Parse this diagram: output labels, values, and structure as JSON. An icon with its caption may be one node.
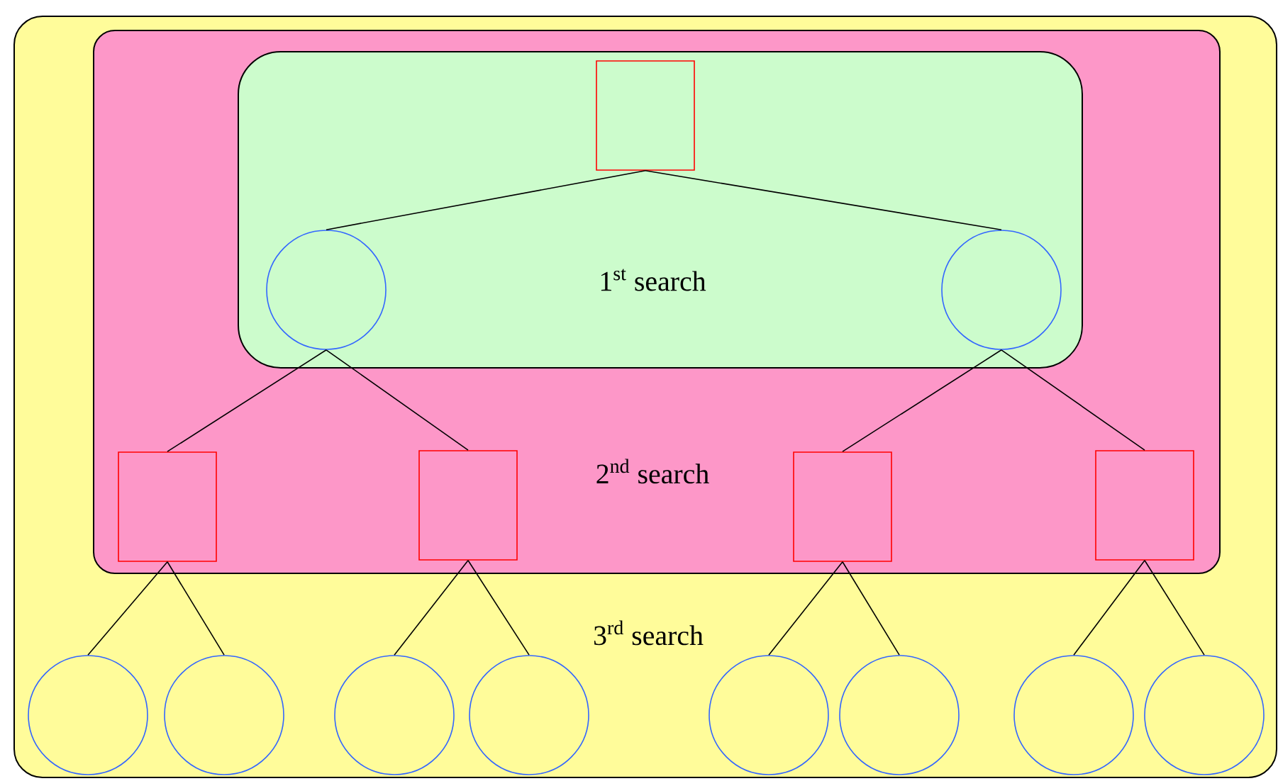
{
  "diagram": {
    "nodes": [
      {
        "text": [
          "3$^{rd}$ search"
        ]
      },
      {
        "text": [
          "2$^{nd}$ search"
        ],
        "in": 0
      },
      {
        "text": [
          "1$^{st}$ search"
        ],
        "in": 1
      },
      {
        "text": [],
        "shape": "box",
        "in": 2
      },
      {
        "text": [],
        "shape": "circle",
        "in": 2
      },
      {
        "text": [],
        "shape": "circle",
        "in": 2
      },
      {
        "text": [],
        "shape": "box",
        "in": 1
      },
      {
        "text": [],
        "shape": "box",
        "in": 1
      },
      {
        "text": [],
        "shape": "box",
        "in": 1
      },
      {
        "text": [],
        "shape": "box",
        "in": 1
      },
      {
        "text": [],
        "shape": "circle",
        "in": 0
      },
      {
        "text": [],
        "shape": "circle",
        "in": 0
      },
      {
        "text": [],
        "shape": "circle",
        "in": 0
      },
      {
        "text": [],
        "shape": "circle",
        "in": 0
      },
      {
        "text": [],
        "shape": "circle",
        "in": 0
      },
      {
        "text": [],
        "shape": "circle",
        "in": 0
      },
      {
        "text": [],
        "shape": "circle",
        "in": 0
      },
      {
        "text": [],
        "shape": "circle",
        "in": 0
      }
    ],
    "edges": [
      {
        "from": 3,
        "to": 4,
        "arrow": "none"
      },
      {
        "from": 3,
        "to": 5,
        "arrow": "none"
      },
      {
        "from": 4,
        "to": 6,
        "arrow": "none"
      },
      {
        "from": 4,
        "to": 7,
        "arrow": "none"
      },
      {
        "from": 5,
        "to": 8,
        "arrow": "none"
      },
      {
        "from": 5,
        "to": 9,
        "arrow": "none"
      },
      {
        "from": 6,
        "to": 10,
        "arrow": "none"
      },
      {
        "from": 6,
        "to": 11,
        "arrow": "none"
      },
      {
        "from": 7,
        "to": 12,
        "arrow": "none"
      },
      {
        "from": 7,
        "to": 13,
        "arrow": "none"
      },
      {
        "from": 8,
        "to": 14,
        "arrow": "none"
      },
      {
        "from": 8,
        "to": 15,
        "arrow": "none"
      },
      {
        "from": 9,
        "to": 16,
        "arrow": "none"
      },
      {
        "from": 9,
        "to": 17,
        "arrow": "none"
      }
    ]
  }
}
